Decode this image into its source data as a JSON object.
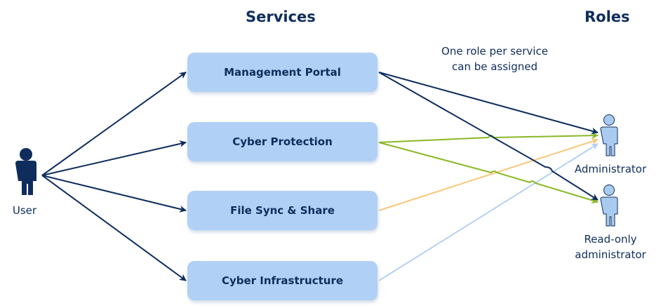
{
  "headings": {
    "services": "Services",
    "roles": "Roles"
  },
  "note": {
    "line1": "One role per service",
    "line2": "can be assigned"
  },
  "user": {
    "label": "User",
    "icon": "person-icon",
    "color": "#0e2d5c"
  },
  "services": [
    {
      "id": "management-portal",
      "label": "Management Portal"
    },
    {
      "id": "cyber-protection",
      "label": "Cyber Protection"
    },
    {
      "id": "file-sync-share",
      "label": "File Sync & Share"
    },
    {
      "id": "cyber-infrastructure",
      "label": "Cyber Infrastructure"
    }
  ],
  "roles": [
    {
      "id": "administrator",
      "label": "Administrator",
      "icon": "person-icon"
    },
    {
      "id": "read-only-administrator",
      "label_line1": "Read-only",
      "label_line2": "administrator",
      "icon": "person-icon"
    }
  ],
  "edges": [
    {
      "from": "user",
      "to": "management-portal",
      "color": "#0e2d5c"
    },
    {
      "from": "user",
      "to": "cyber-protection",
      "color": "#0e2d5c"
    },
    {
      "from": "user",
      "to": "file-sync-share",
      "color": "#0e2d5c"
    },
    {
      "from": "user",
      "to": "cyber-infrastructure",
      "color": "#0e2d5c"
    },
    {
      "from": "management-portal",
      "to": "administrator",
      "color": "#0e2d5c"
    },
    {
      "from": "management-portal",
      "to": "read-only-administrator",
      "color": "#0e2d5c"
    },
    {
      "from": "cyber-protection",
      "to": "administrator",
      "color": "#8ab827"
    },
    {
      "from": "cyber-protection",
      "to": "read-only-administrator",
      "color": "#8ab827"
    },
    {
      "from": "file-sync-share",
      "to": "administrator",
      "color": "#f9c77a"
    },
    {
      "from": "cyber-infrastructure",
      "to": "administrator",
      "color": "#b3d1f2"
    }
  ],
  "colors": {
    "service_fill": "#b1d0f5",
    "role_fill": "#a9cbf0",
    "text": "#0e2d5c"
  }
}
